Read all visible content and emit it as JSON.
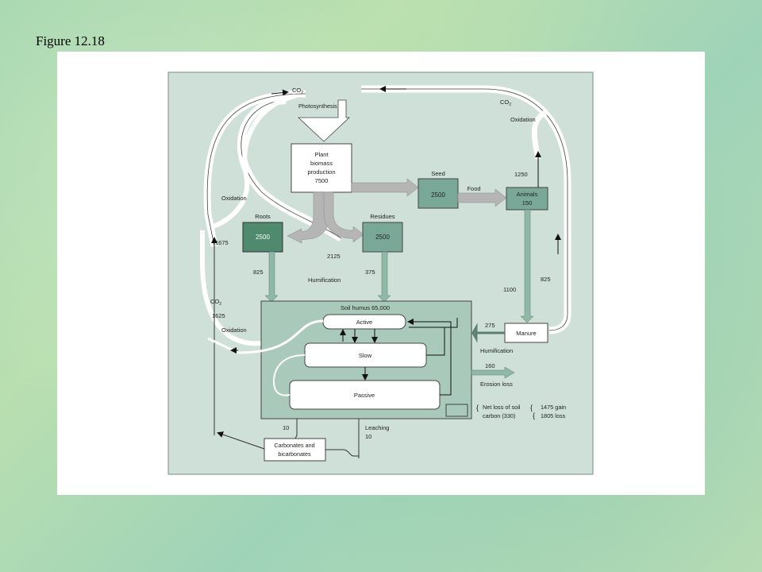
{
  "figure_title": "Figure 12.18",
  "colors": {
    "panel_bg": "#cfe0d8",
    "box_dark": "#4f8a6f",
    "box_mid": "#7aa898",
    "arrow_gray": "#b5b5b5",
    "flow_green": "#8fb8a6"
  },
  "labels": {
    "co2_top": "CO",
    "co2_top_sub": "2",
    "photosynthesis": "Photosynthesis",
    "co2_right": "CO",
    "co2_right_sub": "2",
    "oxidation_right": "Oxidation",
    "plant_line1": "Plant",
    "plant_line2": "biomass",
    "plant_line3": "production",
    "plant_value": "7500",
    "seed_label": "Seed",
    "seed_value": "2500",
    "food": "Food",
    "animals_label": "Animals",
    "animals_value": "150",
    "v1250": "1250",
    "oxidation_left": "Oxidation",
    "roots_label": "Roots",
    "roots_value": "2500",
    "residues_label": "Residues",
    "residues_value": "2500",
    "v1675": "1675",
    "v2125": "2125",
    "v825_left": "825",
    "humification_top": "Humification",
    "v375": "375",
    "v1100": "1100",
    "v825_right": "825",
    "co2_left": "CO",
    "co2_left_sub": "2",
    "v1625": "1625",
    "oxidation_lower": "Oxidation",
    "soil_humus": "Soil humus 65,000",
    "active": "Active",
    "slow": "Slow",
    "passive": "Passive",
    "v275": "275",
    "manure": "Manure",
    "humification_right": "Humification",
    "v160": "160",
    "erosion_loss": "Erosion loss",
    "net_loss_line1": "Net loss of soil",
    "net_loss_line2": "carbon (330)",
    "gain": "1475 gain",
    "loss": "1805 loss",
    "v10_left": "10",
    "leaching": "Leaching",
    "v10_leaching": "10",
    "carbonates_line1": "Carbonates and",
    "carbonates_line2": "bicarbonates"
  }
}
